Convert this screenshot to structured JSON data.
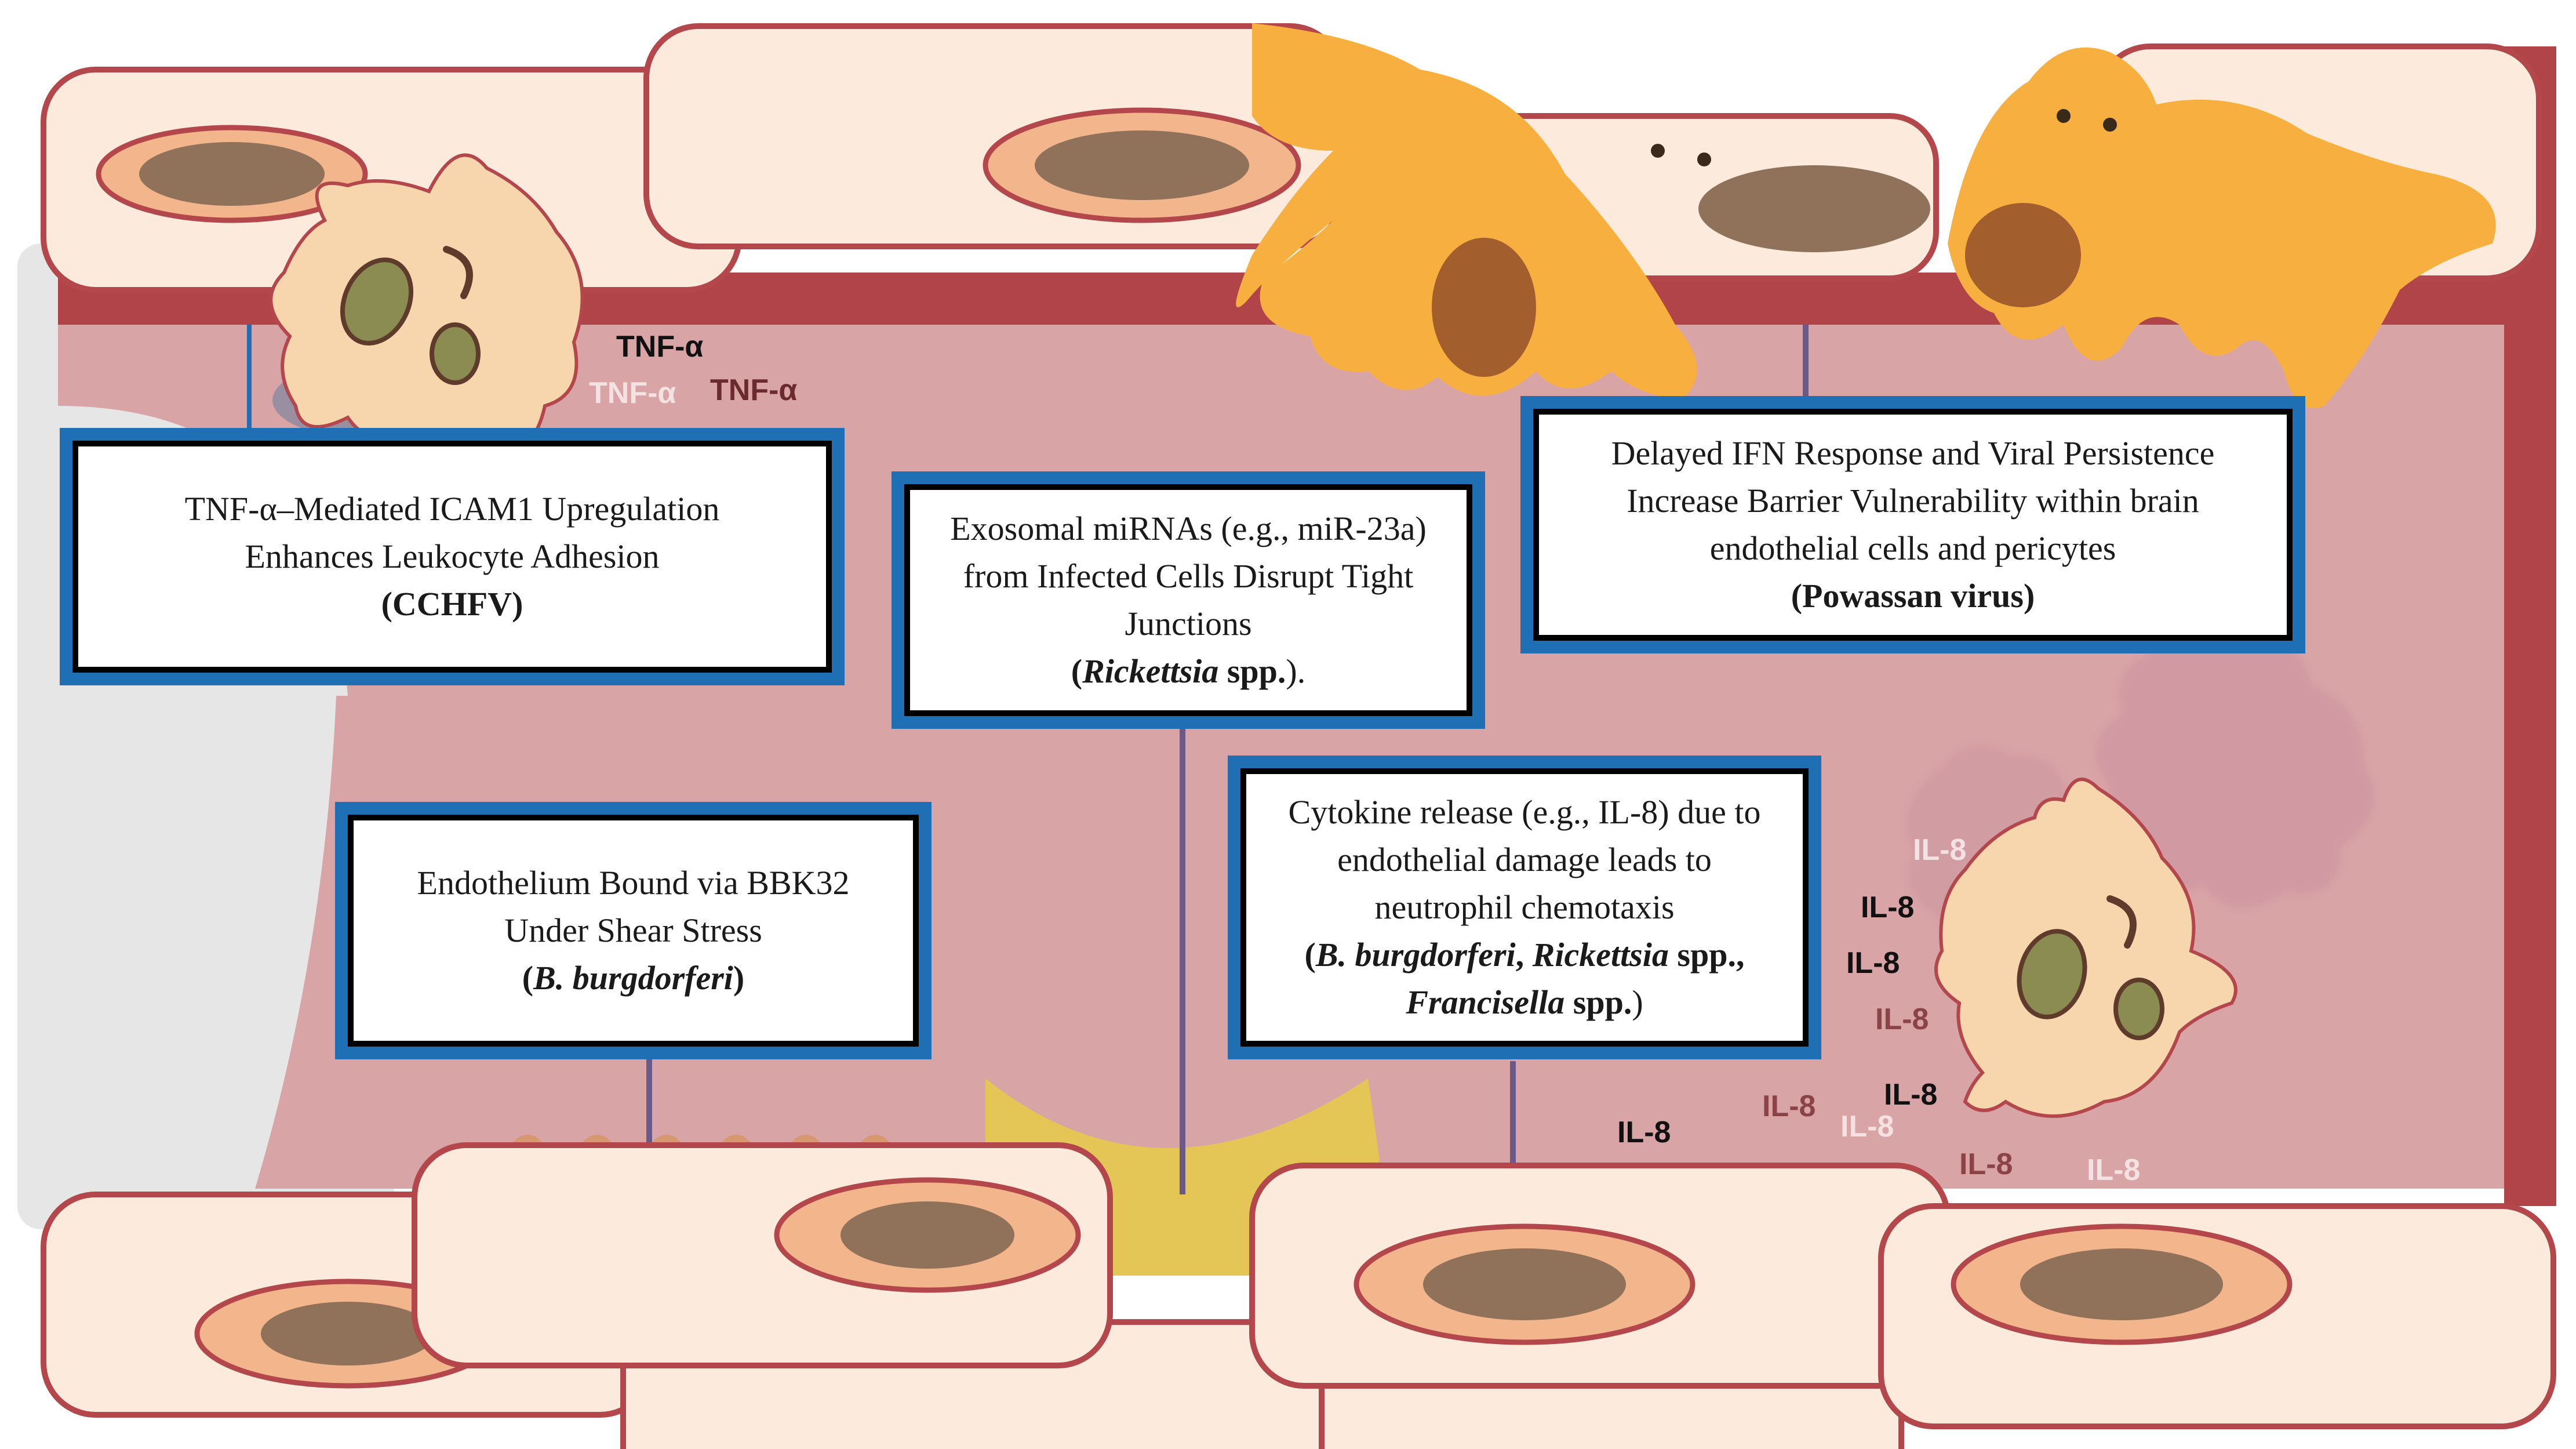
{
  "colors": {
    "vessel_lumen": "#d9a4a6",
    "vessel_wall": "#b04448",
    "endothelial_cell": "#fcebdc",
    "endothelial_border": "#b3474b",
    "nucleus_ring": "#f2b58c",
    "nucleus": "#8f7259",
    "pericyte": "#f7b040",
    "pericyte_nucleus": "#a35e2d",
    "leukocyte": "#f7d6ae",
    "leukocyte_nucleus": "#8a8c52",
    "callout_frame": "#1f6fb5",
    "connector": "#6a5a8a",
    "bacteria": "#d7986f",
    "gap_yellow": "#e4c657"
  },
  "callouts": {
    "tnf": {
      "lines": [
        "TNF-α–Mediated ICAM1 Upregulation",
        "Enhances Leukocyte Adhesion"
      ],
      "pathogen_open": "(",
      "pathogen": "CCHFV",
      "pathogen_close": ")"
    },
    "exosome": {
      "lines": [
        "Exosomal miRNAs (e.g., miR-23a)",
        "from Infected Cells Disrupt Tight",
        "Junctions"
      ],
      "pathogen_open": "(",
      "pathogen_italic": "Rickettsia",
      "pathogen_rest": " spp.",
      "pathogen_close": ")."
    },
    "ifn": {
      "lines": [
        "Delayed IFN Response and Viral Persistence",
        "Increase Barrier Vulnerability within brain",
        "endothelial cells and pericytes"
      ],
      "pathogen_open": "(",
      "pathogen": "Powassan virus",
      "pathogen_close": ")"
    },
    "bbk32": {
      "lines": [
        "Endothelium Bound via BBK32",
        "Under Shear Stress"
      ],
      "pathogen_open": "(",
      "pathogen_italic": "B. burgdorferi",
      "pathogen_close": ")"
    },
    "cytokine": {
      "lines": [
        "Cytokine release (e.g., IL-8) due to",
        "endothelial damage leads to",
        "neutrophil chemotaxis"
      ],
      "pathogen_line1_open": "(",
      "pathogen_line1_italic_a": "B. burgdorferi",
      "pathogen_line1_sep": ", ",
      "pathogen_line1_italic_b": "Rickettsia",
      "pathogen_line1_rest": " spp.,",
      "pathogen_line2_italic": "Francisella",
      "pathogen_line2_rest": " spp.",
      "pathogen_line2_close": ")"
    }
  },
  "labels": {
    "tnf_alpha": [
      "TNF-α",
      "TNF-α",
      "TNF-α"
    ],
    "il8": [
      "IL-8",
      "IL-8",
      "IL-8",
      "IL-8",
      "IL-8",
      "IL-8",
      "IL-8",
      "IL-8",
      "IL-8",
      "IL-8"
    ]
  }
}
